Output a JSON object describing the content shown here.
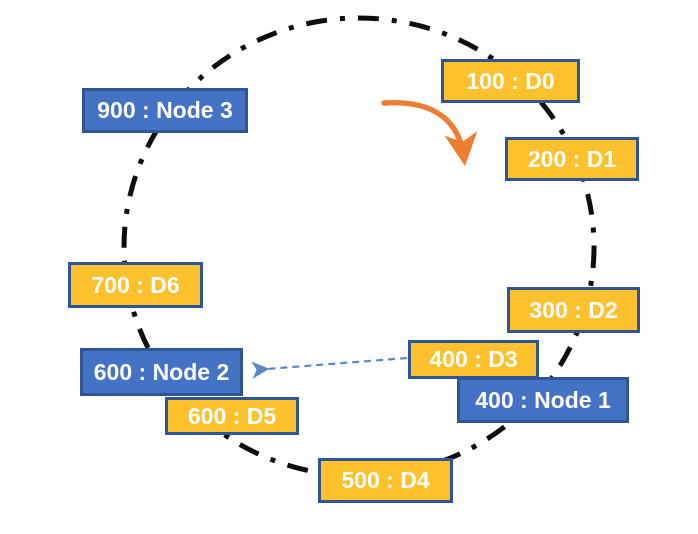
{
  "colors": {
    "background": "#ffffff",
    "box_text": "#ffffff",
    "data_box_fill": "#fec12e",
    "data_box_border": "#2f5597",
    "node_box_fill": "#4472c4",
    "node_box_border": "#2f5597",
    "ring_stroke": "#0d0d0d",
    "flow_arrow": "#ed7d31",
    "link_arrow": "#5b87c9"
  },
  "boxes": {
    "d0": {
      "label": "100 : D0",
      "type": "data"
    },
    "d1": {
      "label": "200 : D1",
      "type": "data"
    },
    "d2": {
      "label": "300 : D2",
      "type": "data"
    },
    "d3": {
      "label": "400 : D3",
      "type": "data"
    },
    "d4": {
      "label": "500 : D4",
      "type": "data"
    },
    "d5": {
      "label": "600 : D5",
      "type": "data"
    },
    "d6": {
      "label": "700 : D6",
      "type": "data"
    },
    "node1": {
      "label": "400 : Node 1",
      "type": "node"
    },
    "node2": {
      "label": "600 : Node 2",
      "type": "node"
    },
    "node3": {
      "label": "900 : Node 3",
      "type": "node"
    }
  },
  "icons": {
    "ring": "dash-dot-ellipse",
    "flow_arrow": "clockwise-curved-arrow",
    "link_arrow": "dashed-arrow-d3-to-node2"
  }
}
